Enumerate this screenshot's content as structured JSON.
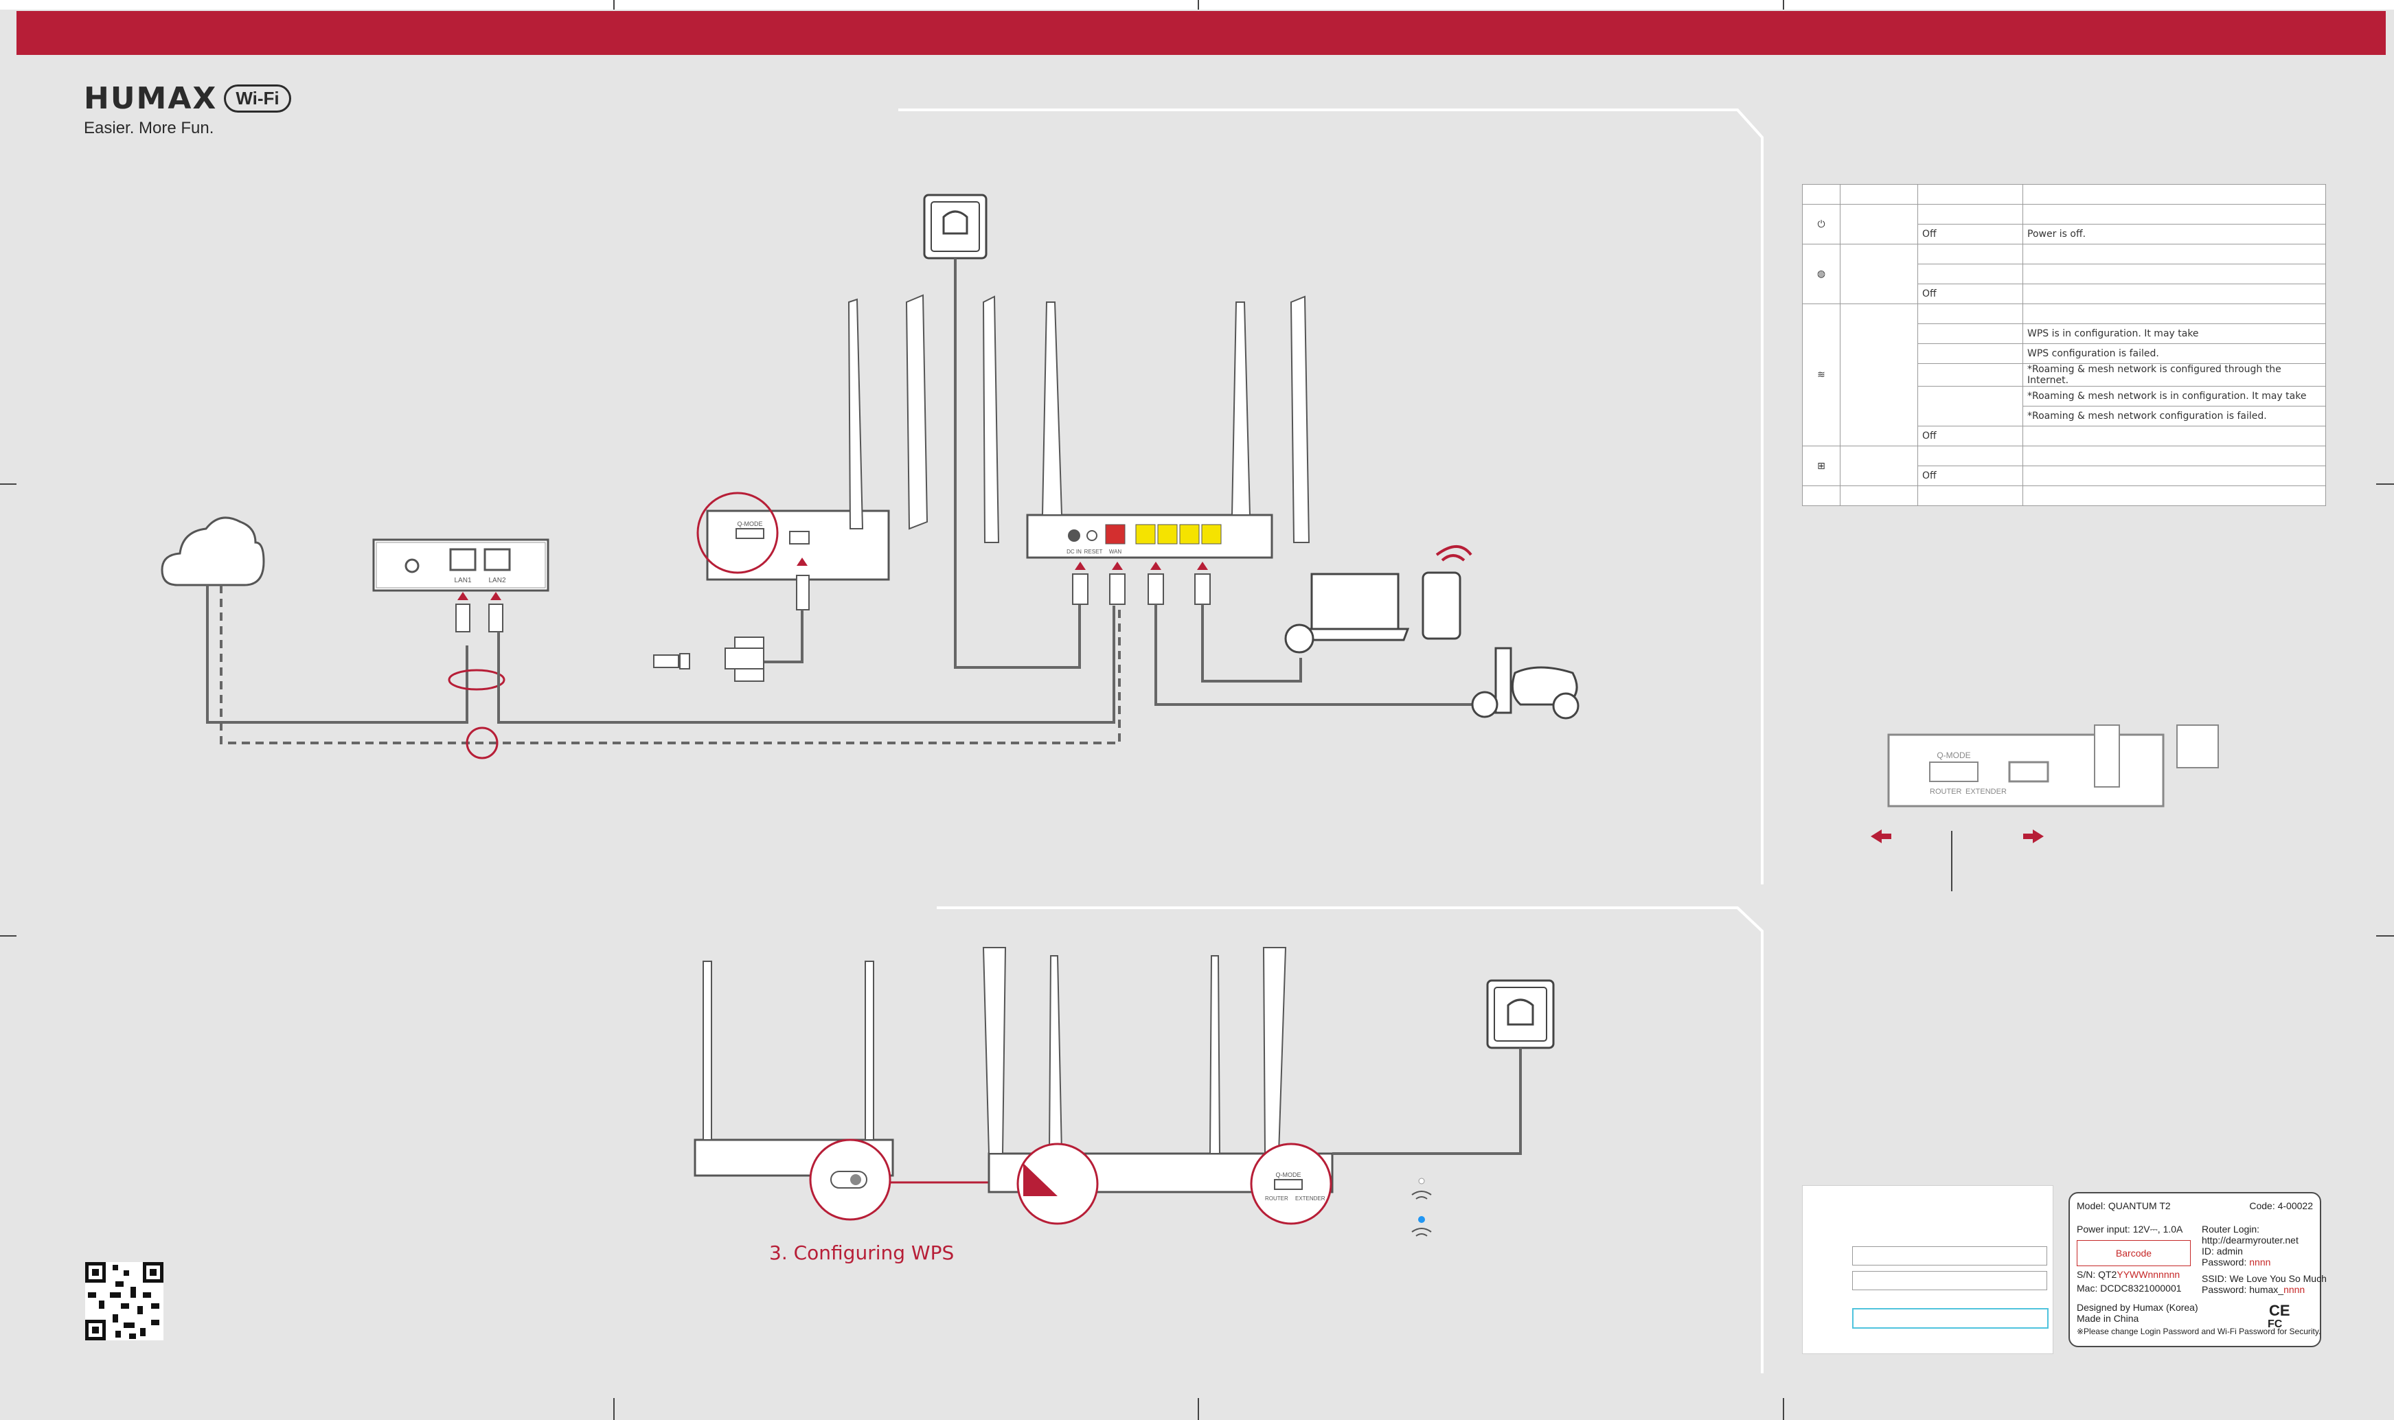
{
  "brand": {
    "name": "HUMAX",
    "badge": "Wi-Fi",
    "tagline": "Easier. More Fun."
  },
  "diagram": {
    "modem_ports": [
      "LAN1",
      "LAN2"
    ],
    "switch_top": "Q-MODE",
    "switch_left": "ROUTER",
    "switch_right": "EXTENDER",
    "router_back_labels": [
      "DC IN",
      "RESET",
      "WAN"
    ],
    "step_title": "3. Configuring WPS"
  },
  "led_table": {
    "rows": [
      {
        "icon": "",
        "state": "",
        "desc": ""
      },
      {
        "icon": "power-icon",
        "state": "",
        "desc": ""
      },
      {
        "icon": "",
        "state": "Off",
        "desc": "Power is off."
      },
      {
        "icon": "globe-icon",
        "state": "",
        "desc": ""
      },
      {
        "icon": "",
        "state": "",
        "desc": ""
      },
      {
        "icon": "",
        "state": "Off",
        "desc": ""
      },
      {
        "icon": "",
        "state": "",
        "desc": ""
      },
      {
        "icon": "",
        "state": "",
        "desc": "WPS is in configuration. It may take"
      },
      {
        "icon": "wifi-icon",
        "state": "",
        "desc": "WPS configuration is failed."
      },
      {
        "icon": "",
        "state": "",
        "desc": "*Roaming & mesh network is configured through the Internet."
      },
      {
        "icon": "",
        "state": "",
        "desc": "*Roaming & mesh network is in configuration. It may take"
      },
      {
        "icon": "",
        "state": "",
        "desc": "*Roaming & mesh network configuration is failed."
      },
      {
        "icon": "",
        "state": "Off",
        "desc": ""
      },
      {
        "icon": "lan-icon",
        "state": "",
        "desc": ""
      },
      {
        "icon": "",
        "state": "Off",
        "desc": ""
      },
      {
        "icon": "",
        "state": "",
        "desc": ""
      }
    ]
  },
  "product_label": {
    "model": "Model: QUANTUM T2",
    "code": "Code: 4-00022",
    "power": "Power input: 12V⎓, 1.0A",
    "router_login": "Router Login:",
    "login_url": "http://dearmyrouter.net",
    "login_id": "ID: admin",
    "login_password_prefix": "Password: ",
    "login_password_value": "nnnn",
    "barcode": "Barcode",
    "sn_prefix": "S/N: QT2",
    "sn_value": "YYWWnnnnnn",
    "mac": "Mac: DCDC8321000001",
    "ssid": "SSID: We Love You So Much",
    "wifi_password_prefix": "Password: humax_",
    "wifi_password_value": "nnnn",
    "designed": "Designed by Humax (Korea)",
    "made": "Made in China",
    "note": "※Please change Login Password and Wi-Fi Password for Security."
  },
  "colors": {
    "accent": "#b71e37",
    "wan_port": "#d32f2f",
    "lan_port": "#f5e300",
    "led_blue": "#2196f3"
  }
}
